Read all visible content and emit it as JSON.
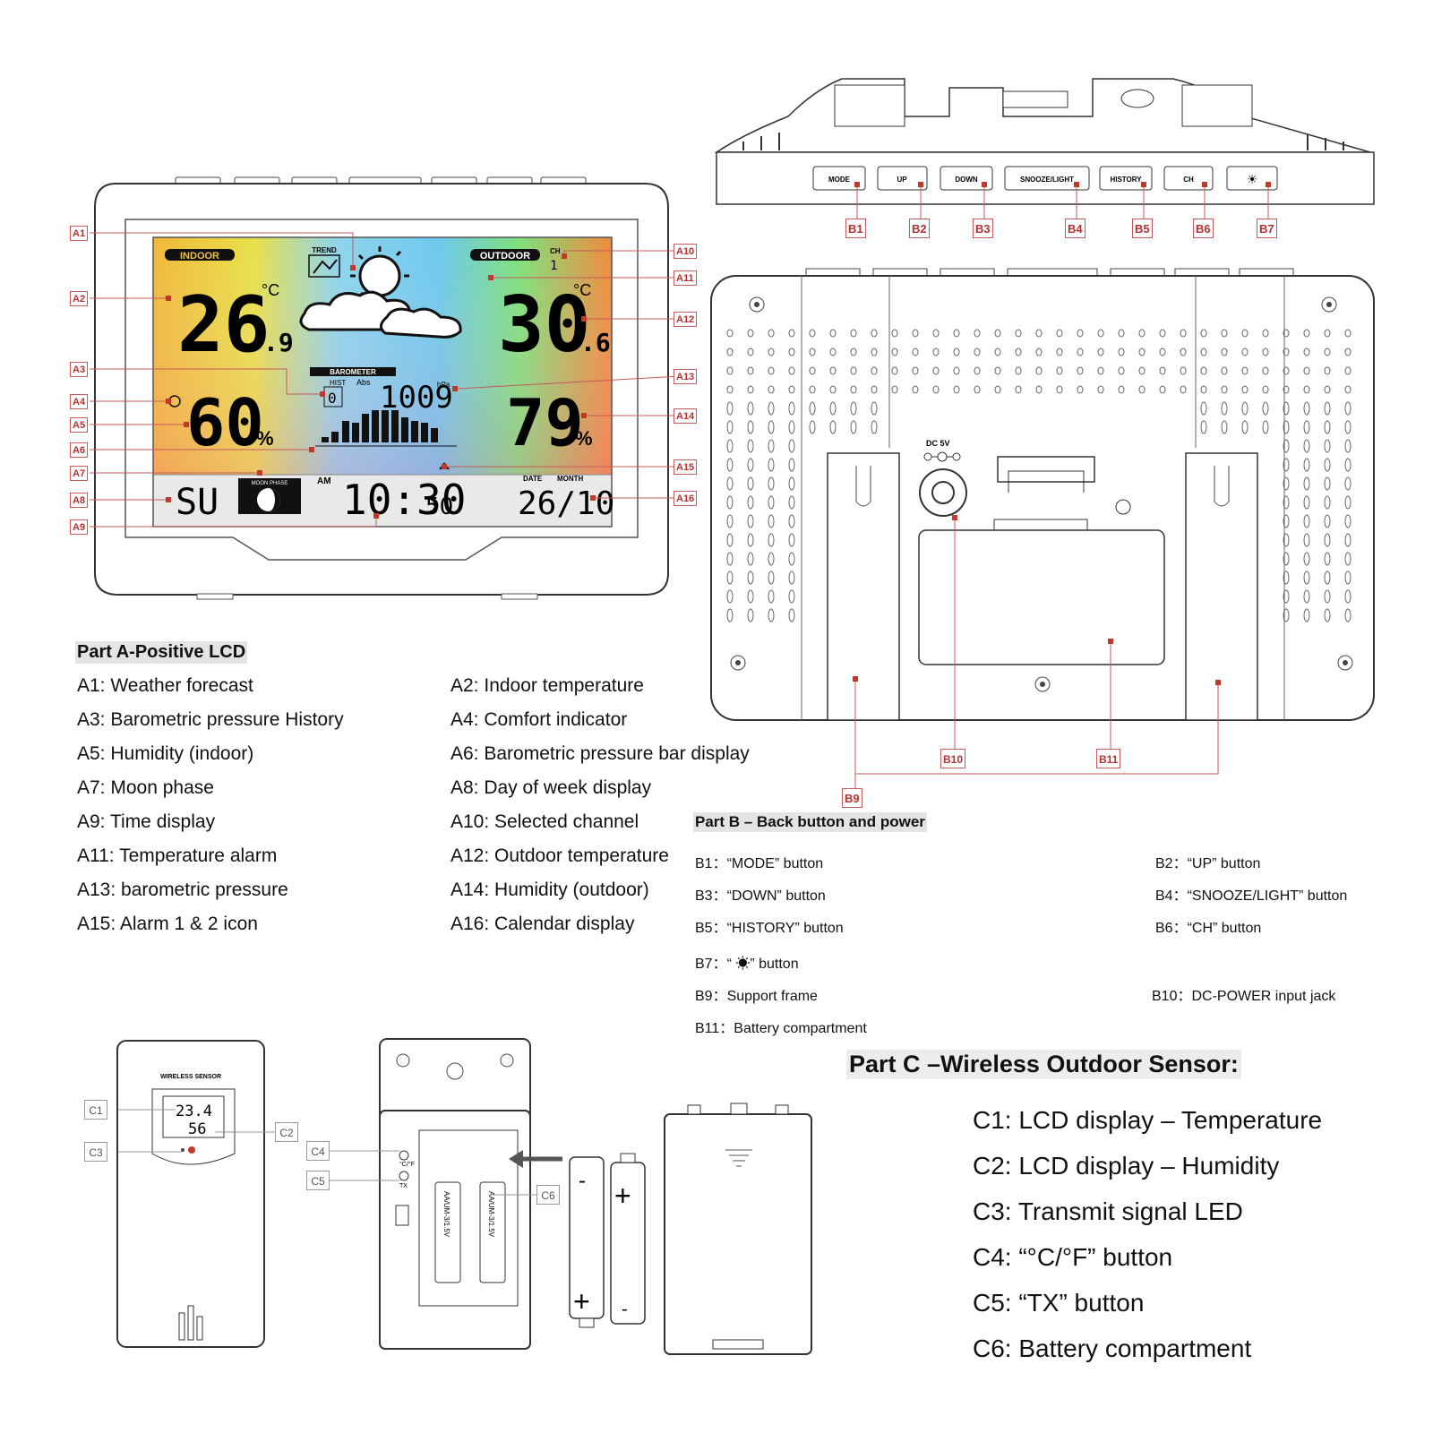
{
  "lcd": {
    "indoor_label": "INDOOR",
    "outdoor_label": "OUTDOOR",
    "trend_label": "TREND",
    "ch_label": "CH",
    "ch_value": "1",
    "indoor_temp": "26",
    "indoor_temp_dec": ".9",
    "outdoor_temp": "30",
    "outdoor_temp_dec": ".6",
    "temp_unit": "°C",
    "barometer_label": "BAROMETER",
    "hist_label": "HIST",
    "abs_label": "Abs",
    "hist_value": "0",
    "pressure_value": "1009",
    "pressure_unit": "hPa",
    "indoor_humidity": "60",
    "outdoor_humidity": "79",
    "humidity_unit": "%",
    "day": "SU",
    "moon_phase_label": "MOON PHASE",
    "am_label": "AM",
    "time": "10:30",
    "seconds": "50",
    "date_label": "DATE",
    "month_label": "MONTH",
    "date": "26/10"
  },
  "buttons": [
    "MODE",
    "UP",
    "DOWN",
    "SNOOZE/LIGHT",
    "HISTORY",
    "CH",
    "☀"
  ],
  "back_panel": {
    "dc_label": "DC 5V"
  },
  "sensor": {
    "title": "WIRELESS SENSOR",
    "temp": "23.4",
    "humidity": "56",
    "battery_label": "AA/UM-3/1.5V",
    "c_f_label": "°C/°F",
    "tx_label": "TX"
  },
  "callouts_a": [
    "A1",
    "A2",
    "A3",
    "A4",
    "A5",
    "A6",
    "A7",
    "A8",
    "A9",
    "A10",
    "A11",
    "A12",
    "A13",
    "A14",
    "A15",
    "A16"
  ],
  "callouts_b": [
    "B1",
    "B2",
    "B3",
    "B4",
    "B5",
    "B6",
    "B7",
    "B9",
    "B10",
    "B11"
  ],
  "callouts_c": [
    "C1",
    "C2",
    "C3",
    "C4",
    "C5",
    "C6"
  ],
  "part_a": {
    "title": "Part A-Positive LCD",
    "items": [
      "A1: Weather forecast",
      "A2: Indoor temperature",
      "A3: Barometric pressure History",
      "A4: Comfort indicator",
      "A5: Humidity (indoor)",
      "A6: Barometric pressure bar display",
      "A7: Moon phase",
      "A8: Day of week display",
      "A9: Time display",
      "A10: Selected channel",
      "A11: Temperature alarm",
      "A12: Outdoor temperature",
      "A13: barometric pressure",
      "A14: Humidity (outdoor)",
      "A15: Alarm 1 & 2 icon",
      "A16: Calendar display"
    ]
  },
  "part_b": {
    "title": "Part B – Back button and power",
    "items": [
      "B1：“MODE” button",
      "B2：“UP” button",
      "B3：“DOWN” button",
      "B4：“SNOOZE/LIGHT” button",
      "B5：“HISTORY” button",
      "B6：“CH” button",
      "B7：“ ☀” button",
      "B9：Support frame",
      "B10：DC-POWER input jack",
      "B11：Battery compartment"
    ]
  },
  "part_c": {
    "title": "Part C –Wireless Outdoor Sensor:",
    "items": [
      "C1: LCD display – Temperature",
      "C2: LCD display – Humidity",
      "C3: Transmit signal LED",
      "C4: “°C/°F” button",
      "C5: “TX” button",
      "C6: Battery compartment"
    ]
  }
}
